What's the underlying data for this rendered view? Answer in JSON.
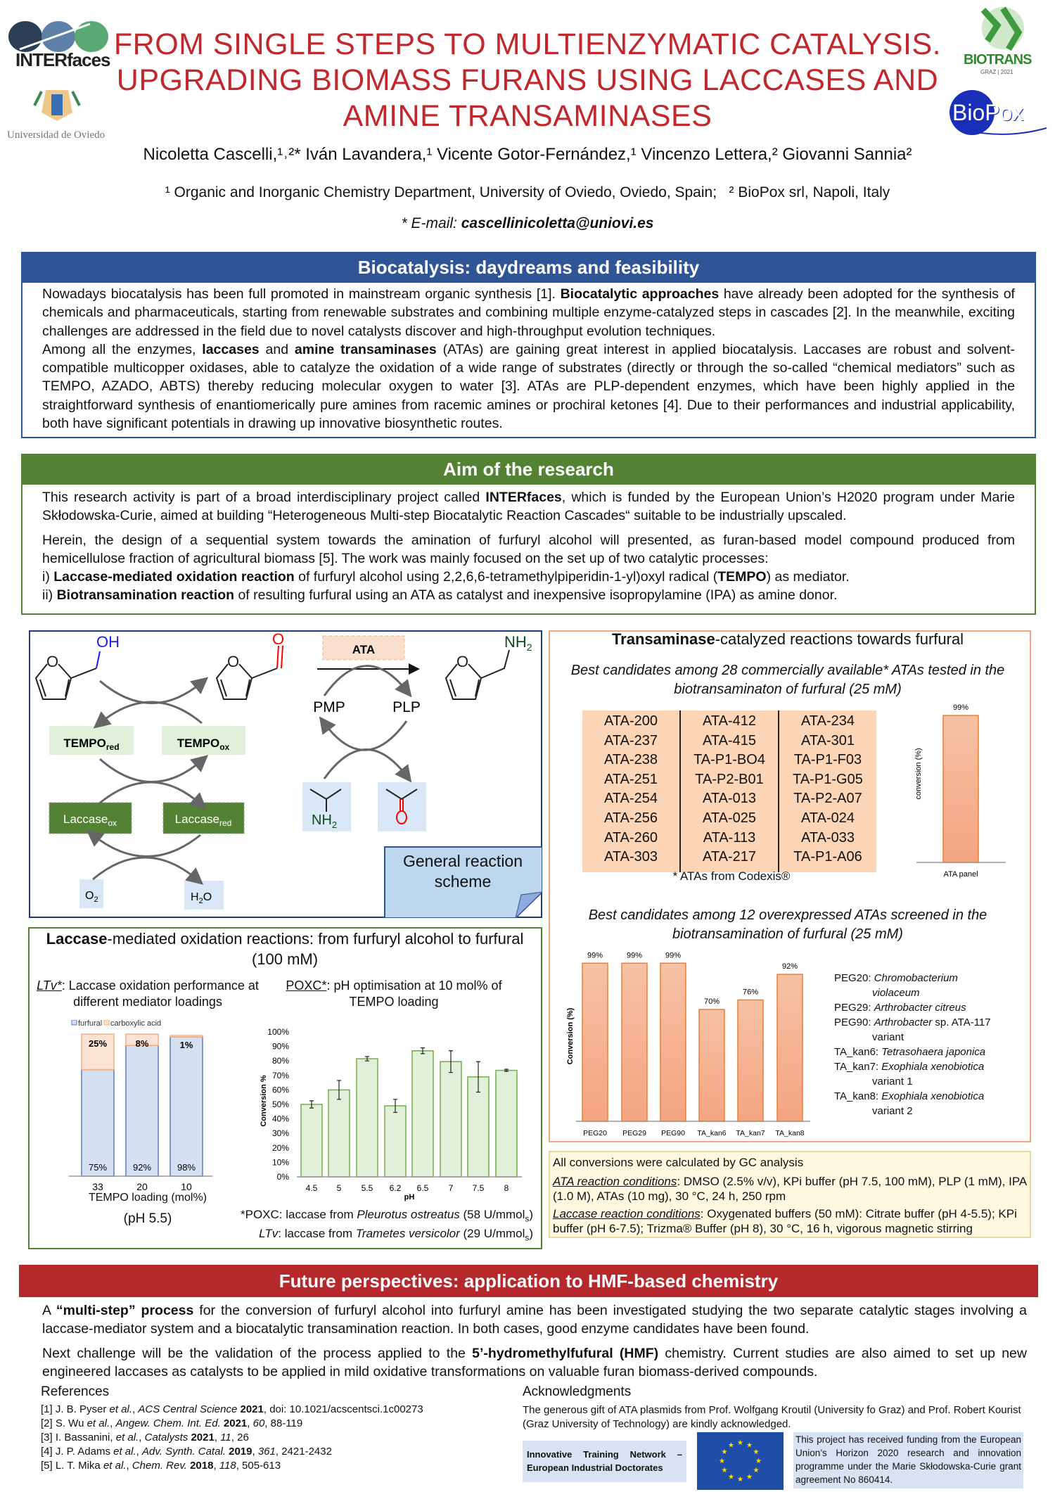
{
  "logos": {
    "interfaces": "INTERfaces",
    "oviedo": "Universidad de Oviedo",
    "biotrans": "BIOTRANS",
    "biotrans_sub": "GRAZ | 2021",
    "biopox": "BioPox"
  },
  "title": {
    "line1": "FROM SINGLE STEPS TO MULTIENZYMATIC CATALYSIS.",
    "line2": "UPGRADING BIOMASS FURANS USING LACCASES AND",
    "line3": "AMINE TRANSAMINASES"
  },
  "authors": "Nicoletta Cascelli,¹˒²* Iván Lavandera,¹ Vicente Gotor-Fernández,¹ Vincenzo Lettera,² Giovanni Sannia²",
  "affiliations": "¹ Organic and Inorganic Chemistry Department, University of Oviedo, Oviedo, Spain;   ² BioPox srl, Napoli, Italy",
  "email": {
    "label": "* E-mail: ",
    "address": "cascellinicoletta@uniovi.es"
  },
  "colors": {
    "blue": "#2f5597",
    "green": "#548235",
    "red": "#b5282c",
    "title": "#c0282d",
    "orange": "#f4a582"
  },
  "sections": {
    "biocatalysis": {
      "title": "Biocatalysis: daydreams and feasibility",
      "paragraphs": [
        [
          {
            "t": "Nowadays biocatalysis has been full promoted in mainstream organic synthesis [1]. "
          },
          {
            "t": "Biocatalytic approaches",
            "b": true
          },
          {
            "t": " have already been adopted for the synthesis of chemicals and pharmaceuticals, starting from renewable substrates and combining multiple enzyme-catalyzed steps in cascades [2]. In the meanwhile, exciting challenges are addressed in the field due to novel catalysts discover and high-throughput evolution techniques."
          }
        ],
        [
          {
            "t": "Among all the enzymes, "
          },
          {
            "t": "laccases",
            "b": true
          },
          {
            "t": " and "
          },
          {
            "t": "amine transaminases",
            "b": true
          },
          {
            "t": " (ATAs) are gaining great interest in applied biocatalysis. Laccases are robust and solvent-compatible multicopper oxidases, able to catalyze the oxidation of a wide range of substrates (directly or through the so-called “chemical mediators” such as TEMPO, AZADO, ABTS) thereby reducing molecular oxygen to water [3]. ATAs are PLP-dependent enzymes, which have been highly applied in the straightforward synthesis of enantiomerically pure amines from racemic amines or prochiral ketones [4]. Due to their performances and industrial applicability, both have significant potentials in drawing up innovative biosynthetic routes."
          }
        ]
      ]
    },
    "aim": {
      "title": "Aim of the research",
      "paragraphs": [
        [
          {
            "t": "This research activity is part of a broad interdisciplinary project called "
          },
          {
            "t": "INTERfaces",
            "b": true
          },
          {
            "t": ", which is funded by the European Union’s H2020 program under Marie Skłodowska-Curie, aimed at building “Heterogeneous Multi-step Biocatalytic Reaction Cascades“ suitable to be industrially upscaled."
          }
        ],
        [
          {
            "t": "Herein, the design of a sequential system towards the amination of furfuryl alcohol will presented, as furan-based model compound produced from hemicellulose fraction of agricultural biomass [5]. The work was mainly focused on the set up of two catalytic processes:"
          }
        ],
        [
          {
            "t": "i) "
          },
          {
            "t": "Laccase-mediated oxidation reaction",
            "b": true
          },
          {
            "t": " of furfuryl alcohol using 2,2,6,6-tetramethylpiperidin-1-yl)oxyl radical ("
          },
          {
            "t": "TEMPO",
            "b": true
          },
          {
            "t": ") as mediator."
          }
        ],
        [
          {
            "t": "ii) "
          },
          {
            "t": "Biotransamination reaction",
            "b": true
          },
          {
            "t": " of resulting furfural using an ATA as catalyst and inexpensive isopropylamine (IPA) as amine donor."
          }
        ]
      ]
    },
    "future": {
      "title": "Future perspectives: application to HMF-based chemistry",
      "paragraphs": [
        [
          {
            "t": "A "
          },
          {
            "t": "“multi-step” process",
            "b": true
          },
          {
            "t": " for the conversion of furfuryl alcohol into furfuryl amine has been investigated studying the two separate catalytic stages involving a laccase-mediator system and a biocatalytic transamination reaction. In both cases, good enzyme candidates have been found."
          }
        ],
        [
          {
            "t": "Next challenge will be the validation of the process applied to the "
          },
          {
            "t": "5’-hydromethylfufural (HMF)",
            "b": true
          },
          {
            "t": " chemistry. Current studies are also aimed to set up new engineered laccases as catalysts to be applied in mild oxidative transformations on valuable furan biomass-derived compounds."
          }
        ]
      ]
    }
  },
  "scheme": {
    "oh": "OH",
    "o": "O",
    "ring_o": "O",
    "ata": "ATA",
    "pmp": "PMP",
    "plp": "PLP",
    "nh": "NH",
    "two": "2",
    "tempo": "TEMPO",
    "red": "red",
    "ox": "ox",
    "laccase": "Laccase",
    "o2": "O",
    "h2o_h": "H",
    "h2o_o": "O",
    "label": "General reaction scheme"
  },
  "laccase_panel": {
    "title_bold": "Laccase",
    "title_rest": "-mediated oxidation reactions: from furfuryl alcohol to furfural (100 mM)",
    "ltv_label": "LTv*",
    "ltv_text": ": Laccase oxidation performance at different mediator loadings",
    "poxc_label": "POXC*",
    "poxc_text": ": pH optimisation at 10 mol% of TEMPO loading",
    "ph_note": "(pH 5.5)",
    "foot1_a": "*POXC: laccase from ",
    "foot1_b": "Pleurotus ostreatus",
    "foot1_c": " (58 U/mmol",
    "foot1_s": "s",
    "foot1_d": ")",
    "foot2_a": "LTv",
    "foot2_b": ": laccase from ",
    "foot2_c": "Trametes versicolor",
    "foot2_d": " (29 U/mmol",
    "foot2_s": "s",
    "foot2_e": ")"
  },
  "transaminase_panel": {
    "title_bold": "Transaminase",
    "title_rest": "-catalyzed reactions towards furfural",
    "subtitle1": "Best candidates among 28 commercially available* ATAs tested in the biotransaminaton of furfural (25 mM)",
    "table": [
      [
        "ATA-200",
        "ATA-237",
        "ATA-238",
        "ATA-251",
        "ATA-254",
        "ATA-256",
        "ATA-260",
        "ATA-303"
      ],
      [
        "ATA-412",
        "ATA-415",
        "TA-P1-BO4",
        "TA-P2-B01",
        "ATA-013",
        "ATA-025",
        "ATA-113",
        "ATA-217"
      ],
      [
        "ATA-234",
        "ATA-301",
        "TA-P1-F03",
        "TA-P1-G05",
        "TA-P2-A07",
        "ATA-024",
        "ATA-033",
        "TA-P1-A06"
      ]
    ],
    "codexis": "* ATAs from Codexis®",
    "subtitle2": "Best candidates among 12 overexpressed ATAs screened in the biotransamination of furfural (25 mM)",
    "legend": [
      {
        "code": "PEG20: ",
        "org": "Chromobacterium",
        "cont": "violaceum",
        "cont_it": true
      },
      {
        "code": "PEG29: ",
        "org": "Arthrobacter citreus"
      },
      {
        "code": "PEG90: ",
        "org": "Arthrobacter",
        "rest": " sp. ATA-117",
        "cont": "variant"
      },
      {
        "code": "TA_kan6: ",
        "org": "Tetrasohaera japonica"
      },
      {
        "code": "TA_kan7: ",
        "org": "Exophiala xenobiotica",
        "cont": "variant 1"
      },
      {
        "code": "TA_kan8: ",
        "org": "Exophiala xenobiotica",
        "cont": "variant 2"
      }
    ]
  },
  "notes": {
    "gc": "All conversions were calculated by GC analysis",
    "ata_label": "ATA reaction conditions",
    "ata_text": ": DMSO (2.5% v/v), KPi buffer (pH 7.5, 100 mM), PLP (1 mM), IPA (1.0 M), ATAs (10 mg), 30 °C, 24 h, 250 rpm",
    "lac_label": "Laccase reaction conditions",
    "lac_text": ": Oxygenated buffers (50 mM): Citrate buffer (pH 4-5.5); KPi buffer (pH 6-7.5); Trizma® Buffer (pH 8), 30 °C, 16 h, vigorous magnetic stirring"
  },
  "references": {
    "title": "References",
    "items": [
      [
        {
          "t": "[1] J. B. Pyser "
        },
        {
          "t": "et al.",
          "i": true
        },
        {
          "t": ", "
        },
        {
          "t": "ACS Central Science",
          "i": true
        },
        {
          "t": " "
        },
        {
          "t": "2021",
          "b": true
        },
        {
          "t": ", doi: 10.1021/acscentsci.1c00273"
        }
      ],
      [
        {
          "t": "[2] S. Wu "
        },
        {
          "t": "et al.",
          "i": true
        },
        {
          "t": ", "
        },
        {
          "t": "Angew. Chem. Int. Ed.",
          "i": true
        },
        {
          "t": " "
        },
        {
          "t": "2021",
          "b": true
        },
        {
          "t": ", "
        },
        {
          "t": "60",
          "i": true
        },
        {
          "t": ", 88-119"
        }
      ],
      [
        {
          "t": "[3] I. Bassanini, "
        },
        {
          "t": "et al.",
          "i": true
        },
        {
          "t": ", "
        },
        {
          "t": "Catalysts",
          "i": true
        },
        {
          "t": " "
        },
        {
          "t": "2021",
          "b": true
        },
        {
          "t": ", "
        },
        {
          "t": "11",
          "i": true
        },
        {
          "t": ", 26"
        }
      ],
      [
        {
          "t": "[4] J. P. Adams "
        },
        {
          "t": "et al.",
          "i": true
        },
        {
          "t": ", "
        },
        {
          "t": "Adv. Synth. Catal.",
          "i": true
        },
        {
          "t": " "
        },
        {
          "t": "2019",
          "b": true
        },
        {
          "t": ", "
        },
        {
          "t": "361",
          "i": true
        },
        {
          "t": ", 2421-2432"
        }
      ],
      [
        {
          "t": "[5] L. T. Mika "
        },
        {
          "t": "et al.",
          "i": true
        },
        {
          "t": ", "
        },
        {
          "t": "Chem. Rev.",
          "i": true
        },
        {
          "t": " "
        },
        {
          "t": "2018",
          "b": true
        },
        {
          "t": ", "
        },
        {
          "t": "118",
          "i": true
        },
        {
          "t": ", 505-613"
        }
      ]
    ]
  },
  "acknowledgments": {
    "title": "Acknowledgments",
    "text": "The generous gift of ATA plasmids from Prof. Wolfgang Kroutil (University fo Graz) and Prof. Robert Kourist (Graz University of Technology) are kindly acknowledged.",
    "itn": "Innovative Training Network – European Industrial Doctorates",
    "funding": "This project has received funding from the European Union’s Horizon 2020 research and innovation programme under the Marie Skłodowska-Curie grant agreement No 860414."
  },
  "chart_data": [
    {
      "id": "tempo",
      "type": "bar",
      "stacked": true,
      "title": "LTv*: Laccase oxidation performance at different mediator loadings",
      "categories": [
        "33",
        "20",
        "10"
      ],
      "xlabel": "TEMPO loading (mol%)",
      "ylabel": "",
      "ylim": [
        0,
        100
      ],
      "series": [
        {
          "name": "furfural",
          "values": [
            75,
            92,
            98
          ],
          "labels": [
            "75%",
            "92%",
            "98%"
          ],
          "color": "#d6e0f3",
          "stroke": "#5b7cc0"
        },
        {
          "name": "carboxylic acid",
          "values": [
            25,
            8,
            1
          ],
          "labels": [
            "25%",
            "8%",
            "1%"
          ],
          "color": "#fbe3d3",
          "stroke": "#f4b183"
        }
      ],
      "legend": "top"
    },
    {
      "id": "ph",
      "type": "bar",
      "title": "POXC*: pH optimisation at 10 mol% of TEMPO loading",
      "categories": [
        "4.5",
        "5",
        "5.5",
        "6.2",
        "6.5",
        "7",
        "7.5",
        "8"
      ],
      "values": [
        50,
        60,
        81.5,
        49,
        87,
        79.5,
        69,
        73.5
      ],
      "errors": [
        2.5,
        6.5,
        1.5,
        4.5,
        2,
        7.5,
        10.5,
        0.7
      ],
      "xlabel": "pH",
      "ylabel": "Conversion %",
      "ylim": [
        0,
        100
      ],
      "yticks": [
        "0%",
        "10%",
        "20%",
        "30%",
        "40%",
        "50%",
        "60%",
        "70%",
        "80%",
        "90%",
        "100%"
      ],
      "grid": false
    },
    {
      "id": "panel",
      "type": "bar",
      "categories": [
        "ATA panel"
      ],
      "values": [
        99
      ],
      "labels": [
        "99%"
      ],
      "ylabel": "conversion (%)",
      "ylim": [
        0,
        100
      ]
    },
    {
      "id": "ovx",
      "type": "bar",
      "categories": [
        "PEG20",
        "PEG29",
        "PEG90",
        "TA_kan6",
        "TA_kan7",
        "TA_kan8"
      ],
      "values": [
        99,
        99,
        99,
        70,
        76,
        92
      ],
      "labels": [
        "99%",
        "99%",
        "99%",
        "70%",
        "76%",
        "92%"
      ],
      "ylabel": "Conversion (%)",
      "ylim": [
        0,
        100
      ]
    }
  ]
}
